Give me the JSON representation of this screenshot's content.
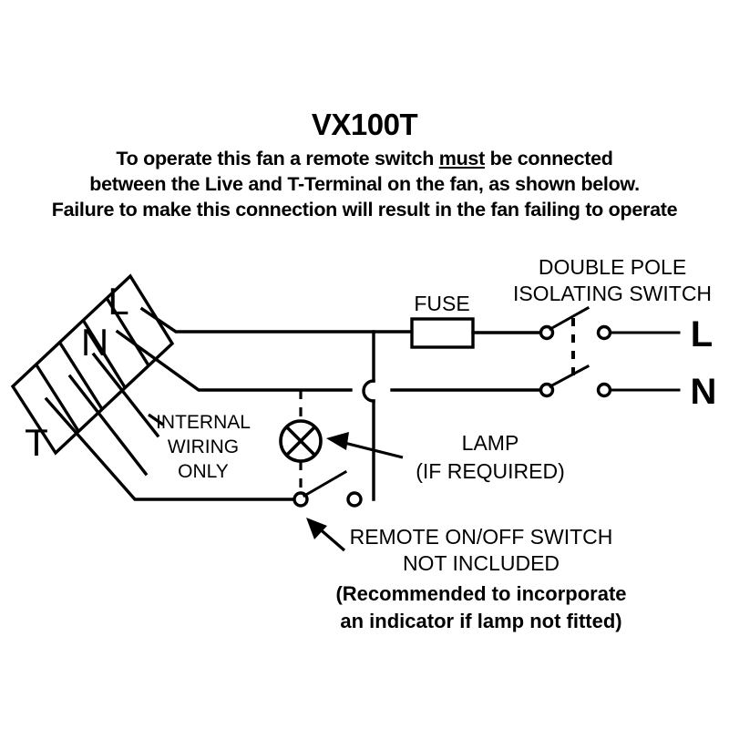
{
  "document": {
    "type": "wiring-diagram",
    "model": "VX100T",
    "background_color": "#ffffff",
    "ink_color": "#000000"
  },
  "heading": {
    "title": "VX100T",
    "notice": {
      "line1_before": "To operate this fan a remote switch ",
      "line1_emphasis": "must",
      "line1_after": " be connected",
      "line2": "between the Live and T-Terminal on the fan, as shown below.",
      "line3": "Failure to make this connection will result in the fan failing to operate"
    }
  },
  "diagram": {
    "terminal_block": {
      "name": "fan terminal block",
      "cells": [
        "L",
        "N",
        "",
        "",
        "T"
      ],
      "labels": {
        "live": "L",
        "neutral": "N",
        "trigger": "T"
      }
    },
    "labels": {
      "internal_wiring": [
        "INTERNAL",
        "WIRING",
        "ONLY"
      ],
      "fuse": "FUSE",
      "isolating_switch": [
        "DOUBLE POLE",
        "ISOLATING SWITCH"
      ],
      "lamp": [
        "LAMP",
        "(IF REQUIRED)"
      ],
      "remote_switch": [
        "REMOTE ON/OFF SWITCH",
        "NOT INCLUDED"
      ],
      "remote_switch_note": [
        "(Recommended to incorporate",
        "an indicator if lamp not fitted)"
      ],
      "supply_live": "L",
      "supply_neutral": "N"
    },
    "components": [
      {
        "id": "fuse",
        "label": "FUSE",
        "type": "fuse"
      },
      {
        "id": "isolating-switch",
        "label": "DOUBLE POLE ISOLATING SWITCH",
        "type": "double-pole-switch",
        "state": "open"
      },
      {
        "id": "lamp",
        "label": "LAMP (IF REQUIRED)",
        "type": "lamp",
        "optional": true
      },
      {
        "id": "remote-switch",
        "label": "REMOTE ON/OFF SWITCH NOT INCLUDED",
        "type": "spst-switch",
        "state": "open",
        "supplied": false
      }
    ]
  }
}
